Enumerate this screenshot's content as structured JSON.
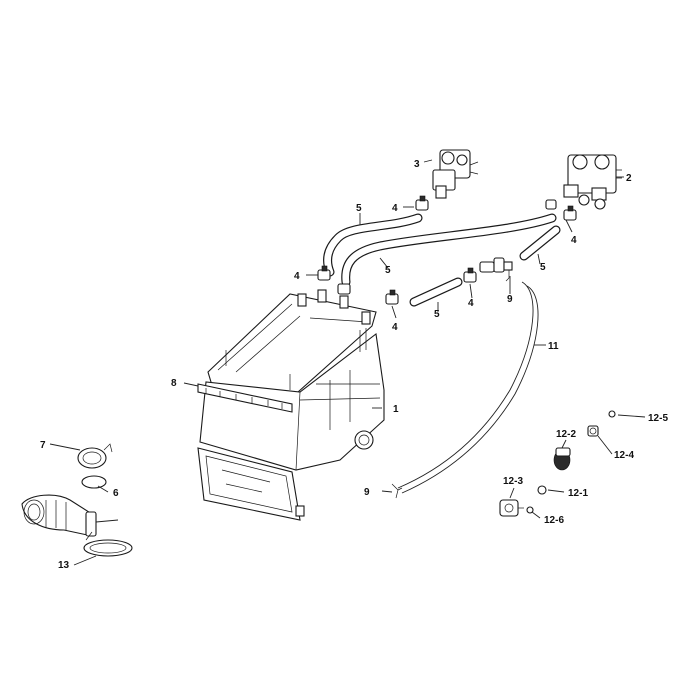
{
  "callouts": {
    "c1": "1",
    "c2": "2",
    "c3": "3",
    "c4a": "4",
    "c4b": "4",
    "c4c": "4",
    "c4d": "4",
    "c4e": "4",
    "c5a": "5",
    "c5b": "5",
    "c5c": "5",
    "c5d": "5",
    "c6": "6",
    "c7": "7",
    "c8": "8",
    "c9a": "9",
    "c9b": "9",
    "c11": "11",
    "c12_1": "12-1",
    "c12_2": "12-2",
    "c12_3": "12-3",
    "c12_4": "12-4",
    "c12_5": "12-5",
    "c12_6": "12-6",
    "c13": "13"
  },
  "colors": {
    "line": "#1a1a1a",
    "background": "#ffffff"
  }
}
